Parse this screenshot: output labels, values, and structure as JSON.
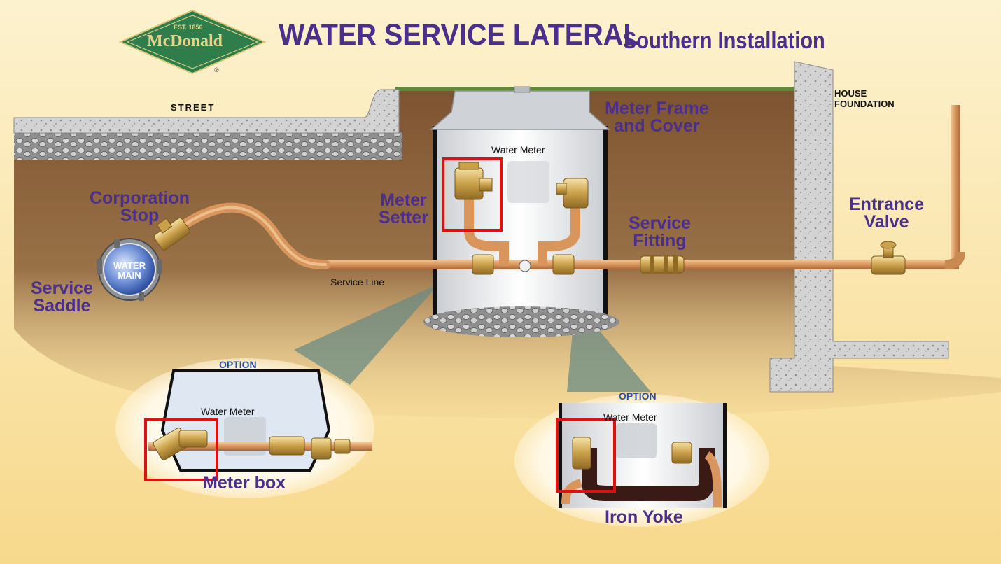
{
  "logo": {
    "est": "EST. 1856",
    "name": "McDonald",
    "mark": "®",
    "colors": {
      "bg": "#2f7d4b",
      "text": "#e6d48a"
    }
  },
  "header": {
    "title": "WATER SERVICE LATERAL",
    "subtitle": "Southern Installation"
  },
  "labels": {
    "street": "STREET",
    "house_foundation": [
      "HOUSE",
      "FOUNDATION"
    ],
    "meter_frame": [
      "Meter Frame",
      "and Cover"
    ],
    "water_meter_main": "Water Meter",
    "corporation_stop": [
      "Corporation",
      "Stop"
    ],
    "meter_setter": [
      "Meter",
      "Setter"
    ],
    "service_fitting": [
      "Service",
      "Fitting"
    ],
    "entrance_valve": [
      "Entrance",
      "Valve"
    ],
    "water_main": [
      "WATER",
      "MAIN"
    ],
    "service_saddle": [
      "Service",
      "Saddle"
    ],
    "service_line": "Service Line"
  },
  "options": {
    "meter_box": {
      "option_label": "OPTION",
      "meter_label": "Water Meter",
      "caption": "Meter box"
    },
    "iron_yoke": {
      "option_label": "OPTION",
      "meter_label": "Water Meter",
      "caption": "Iron Yoke"
    }
  },
  "colors": {
    "label_text": "#4a2f8c",
    "soil": "#8a6137",
    "copper": "#d9a06b",
    "brass": "#c9a24a",
    "highlight": "#e01010",
    "concrete": "#c9c9c9",
    "background": "#fdf0c8"
  }
}
